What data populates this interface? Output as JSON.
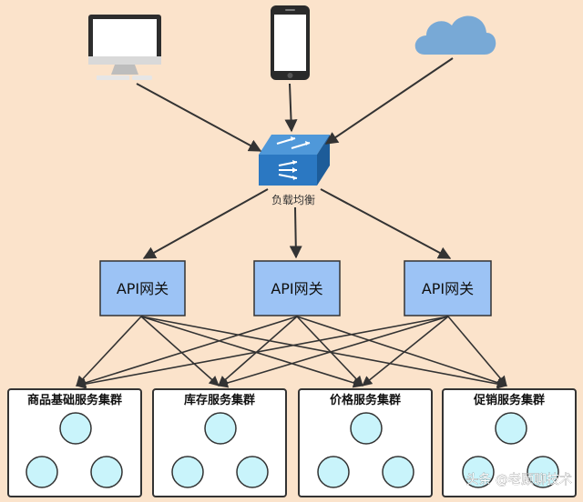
{
  "load_balancer": {
    "label": "负载均衡"
  },
  "gateways": [
    {
      "label": "API网关"
    },
    {
      "label": "API网关"
    },
    {
      "label": "API网关"
    }
  ],
  "clusters": [
    {
      "label": "商品基础服务集群"
    },
    {
      "label": "库存服务集群"
    },
    {
      "label": "价格服务集群"
    },
    {
      "label": "促销服务集群"
    }
  ],
  "watermark": {
    "text": "头条 @老顾聊技术"
  },
  "colors": {
    "background": "#fbe3cb",
    "gateway_fill": "#9cc3f5",
    "switch_fill": "#2b78c2",
    "cloud_fill": "#78a9d6",
    "node_fill": "#c9f4fb",
    "arrow": "#333333"
  },
  "icons": [
    "desktop-icon",
    "smartphone-icon",
    "cloud-icon",
    "network-switch-icon"
  ]
}
